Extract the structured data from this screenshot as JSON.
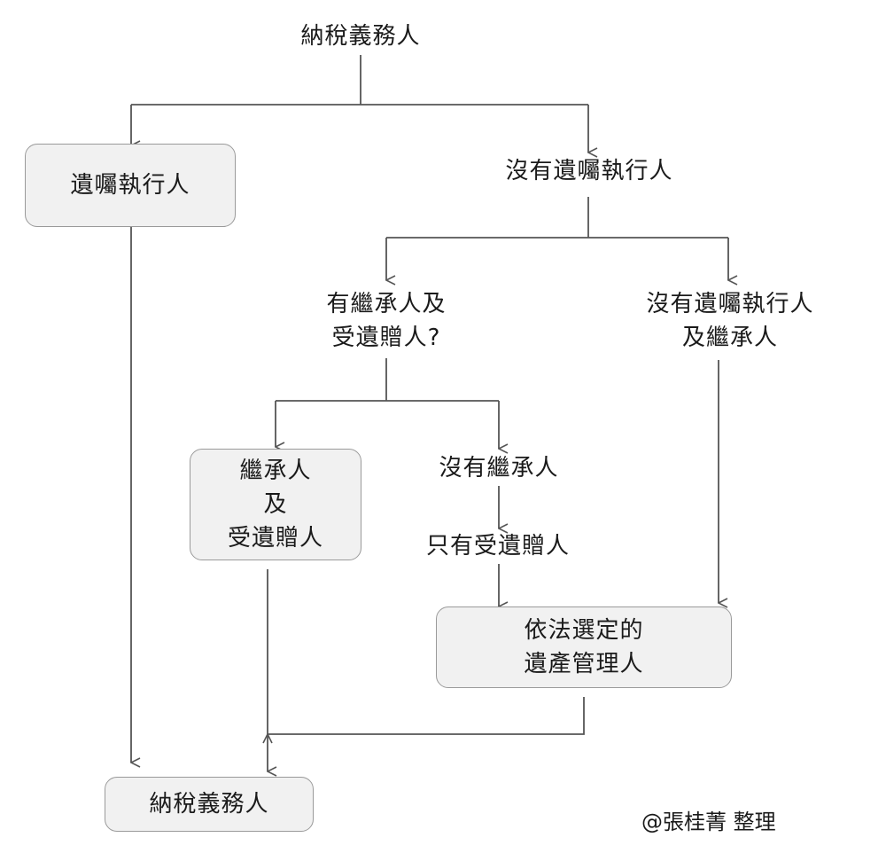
{
  "nodes": {
    "top": "納稅義務人",
    "executor": "遺囑執行人",
    "no_executor": "沒有遺囑執行人",
    "question_line1": "有繼承人及",
    "question_line2": "受遺贈人?",
    "no_executor_no_heir_line1": "沒有遺囑執行人",
    "no_executor_no_heir_line2": "及繼承人",
    "heirs_line1": "繼承人",
    "heirs_line2": "及",
    "heirs_line3": "受遺贈人",
    "no_heir": "沒有繼承人",
    "only_legatee": "只有受遺贈人",
    "manager_line1": "依法選定的",
    "manager_line2": "遺產管理人",
    "bottom": "納稅義務人"
  },
  "credit": "@張桂菁 整理",
  "colors": {
    "box_fill": "#f1f1f1",
    "box_border": "#9a9a9a",
    "line": "#555555"
  }
}
